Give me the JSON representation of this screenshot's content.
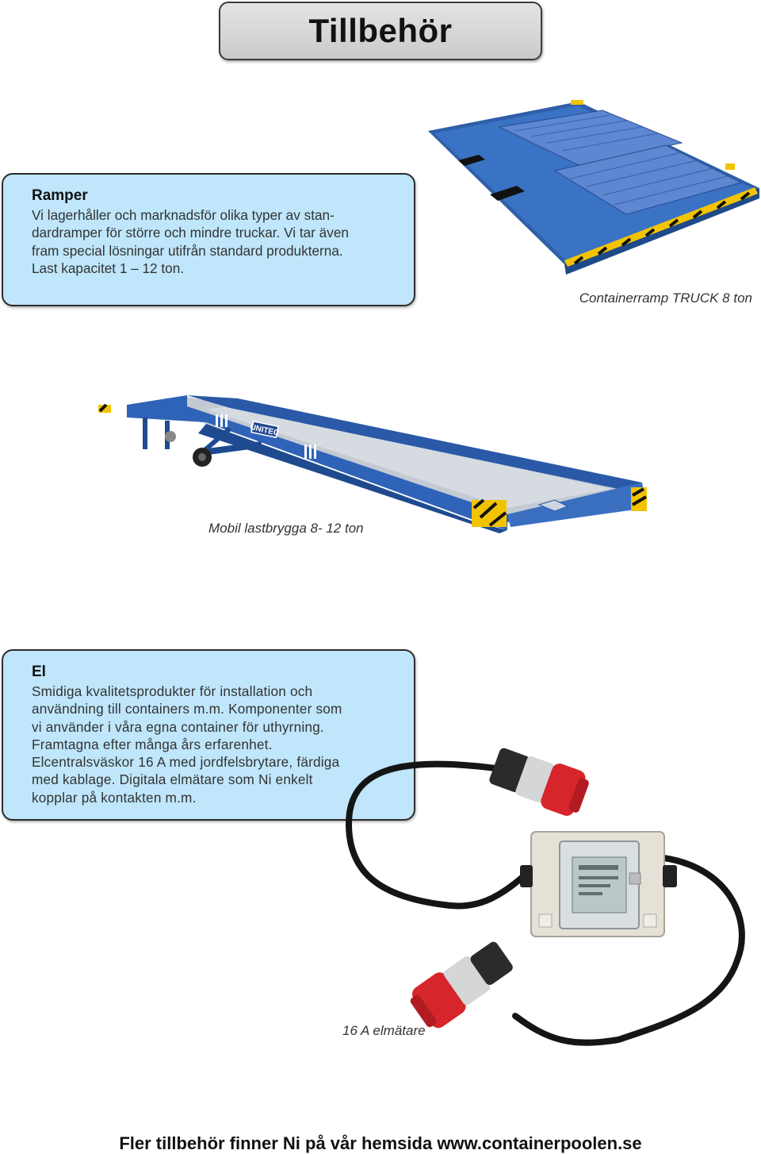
{
  "title": "Tillbehör",
  "ramper": {
    "heading": "Ramper",
    "lines": [
      "Vi lagerhåller och marknadsför olika typer av stan-",
      "dardramper för större och mindre truckar. Vi tar även",
      "fram special lösningar utifrån standard produkterna.",
      "Last kapacitet 1 – 12 ton."
    ]
  },
  "captions": {
    "containerramp": "Containerramp TRUCK 8  ton",
    "lastbrygga": "Mobil lastbrygga 8- 12 ton",
    "elmatare": "16 A elmätare"
  },
  "el": {
    "heading": "El",
    "lines": [
      "Smidiga kvalitetsprodukter för installation och",
      "användning till containers m.m. Komponenter som",
      "vi använder i våra egna container för uthyrning.",
      "Framtagna efter många års erfarenhet.",
      "Elcentralsväskor 16 A med jordfelsbrytare, färdiga",
      "med kablage. Digitala elmätare som Ni enkelt",
      "kopplar på kontakten m.m."
    ]
  },
  "ramp_brand": "UNITEC",
  "footer": "Fler tillbehör finner Ni på vår hemsida www.containerpoolen.se",
  "colors": {
    "box_fill": "#bfe6fb",
    "ramp_blue": "#2f63b8",
    "plug_red": "#d7262b",
    "hazard_yellow": "#f2c400"
  },
  "images": [
    {
      "name": "container-ramp-photo",
      "icon": "loading-ramp"
    },
    {
      "name": "mobile-loading-bridge-photo",
      "icon": "mobile-yard-ramp"
    },
    {
      "name": "electricity-meter-photo",
      "icon": "power-meter-with-cables"
    }
  ]
}
